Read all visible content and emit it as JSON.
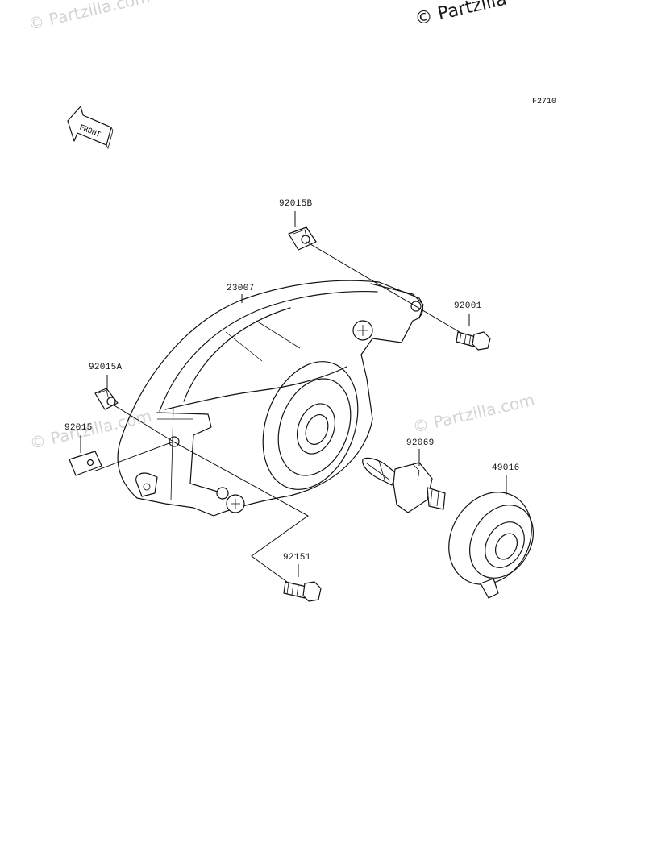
{
  "watermarks": {
    "top_right": "© Partzilla",
    "faint_top_left": "© Partzilla.com",
    "faint_mid_right": "© Partzilla.com",
    "faint_mid_left": "© Partzilla.com"
  },
  "figure_ref": "F2710",
  "front_arrow_label": "FRONT",
  "callouts": [
    {
      "id": "p92015B",
      "label": "92015B"
    },
    {
      "id": "p23007",
      "label": "23007"
    },
    {
      "id": "p92001",
      "label": "92001"
    },
    {
      "id": "p92015A",
      "label": "92015A"
    },
    {
      "id": "p92015",
      "label": "92015"
    },
    {
      "id": "p92069",
      "label": "92069"
    },
    {
      "id": "p49016",
      "label": "49016"
    },
    {
      "id": "p92151",
      "label": "92151"
    }
  ]
}
